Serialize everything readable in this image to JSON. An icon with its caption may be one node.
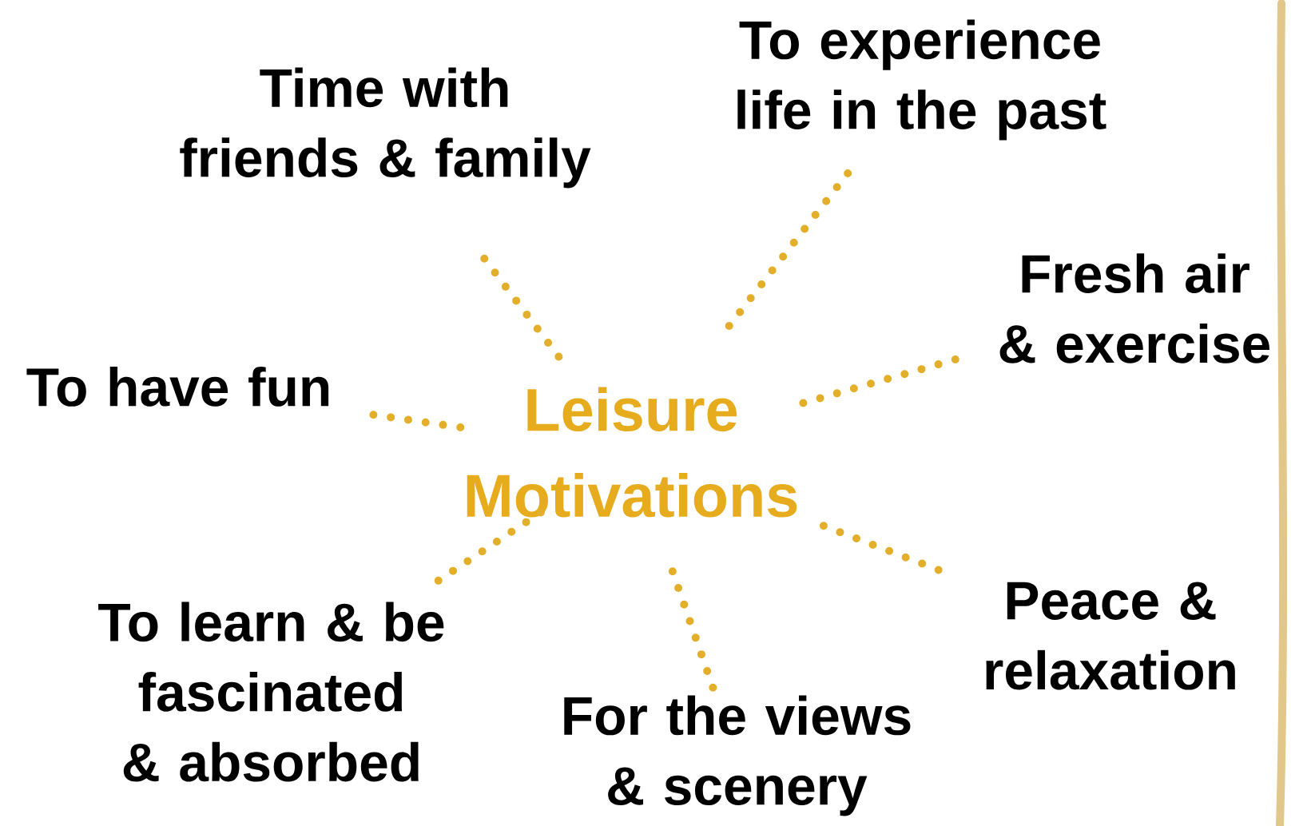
{
  "diagram": {
    "nodes": [
      {
        "text": [
          "Leisure Motivations"
        ]
      },
      {
        "text": [
          "Time with friends & family"
        ]
      },
      {
        "text": [
          "To experience life in the past"
        ]
      },
      {
        "text": [
          "Fresh air & exercise"
        ]
      },
      {
        "text": [
          "To have fun"
        ]
      },
      {
        "text": [
          "To learn & be fascinated & absorbed"
        ]
      },
      {
        "text": [
          "For the views & scenery"
        ]
      },
      {
        "text": [
          "Peace & relaxation"
        ]
      }
    ],
    "edges": [
      {
        "from": 0,
        "to": 1,
        "arrow": "none"
      },
      {
        "from": 0,
        "to": 2,
        "arrow": "none"
      },
      {
        "from": 0,
        "to": 3,
        "arrow": "none"
      },
      {
        "from": 0,
        "to": 4,
        "arrow": "none"
      },
      {
        "from": 0,
        "to": 5,
        "arrow": "none"
      },
      {
        "from": 0,
        "to": 6,
        "arrow": "none"
      },
      {
        "from": 0,
        "to": 7,
        "arrow": "none"
      }
    ]
  }
}
